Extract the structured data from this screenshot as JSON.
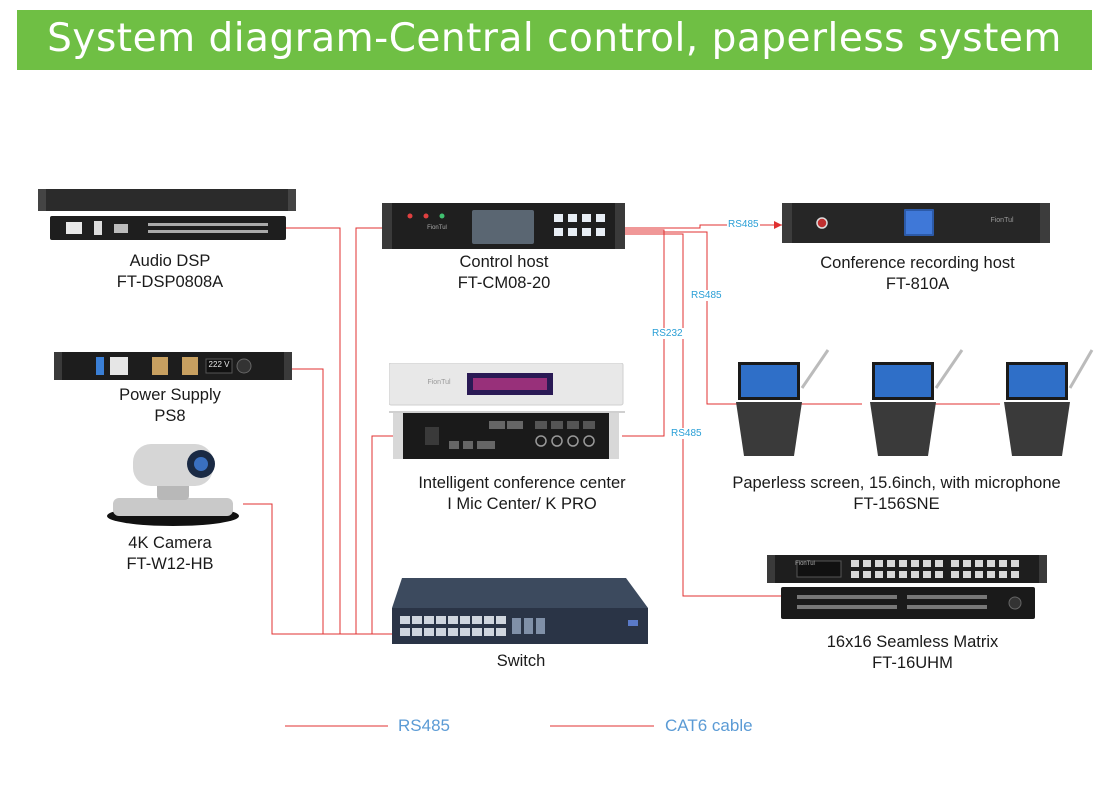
{
  "title": "System diagram-Central control, paperless system",
  "devices": {
    "audio_dsp": {
      "name": "Audio DSP",
      "model": "FT-DSP0808A"
    },
    "control_host": {
      "name": "Control host",
      "model": "FT-CM08-20",
      "brand": "FionTul"
    },
    "recording_host": {
      "name": "Conference recording host",
      "model": "FT-810A",
      "brand": "FionTul"
    },
    "power_supply": {
      "name": "Power Supply",
      "model": "PS8",
      "display": "222 V"
    },
    "conference_center": {
      "name": "Intelligent conference center",
      "model": "I Mic Center/ K PRO",
      "brand": "FionTul"
    },
    "paperless_screen": {
      "name": "Paperless screen, 15.6inch, with microphone",
      "model": "FT-156SNE"
    },
    "camera": {
      "name": "4K Camera",
      "model": "FT-W12-HB"
    },
    "matrix": {
      "name": "16x16 Seamless Matrix",
      "model": "FT-16UHM",
      "brand": "FionTul"
    },
    "switch": {
      "name": "Switch"
    }
  },
  "link_tags": {
    "rs485_a": "RS485",
    "rs485_b": "RS485",
    "rs485_c": "RS485",
    "rs232": "RS232"
  },
  "legend": {
    "rs485": "RS485",
    "cat6": "CAT6 cable"
  },
  "colors": {
    "banner": "#6fbf44",
    "wire": "#e03030",
    "tag": "#2a9fd6",
    "legend_text": "#5b9bd5"
  }
}
